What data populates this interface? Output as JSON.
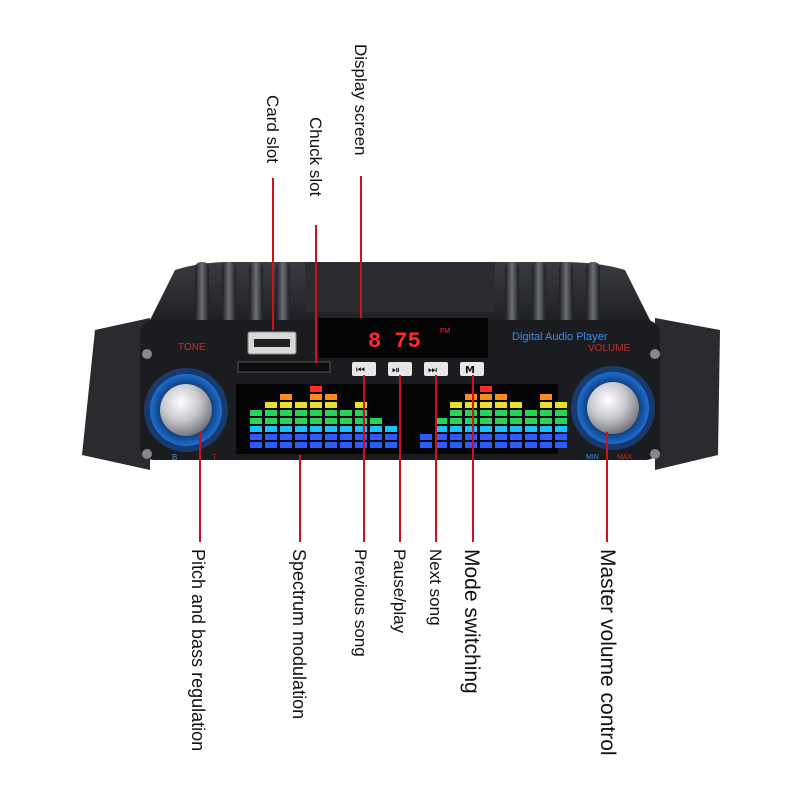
{
  "device": {
    "brand_text": "Digital Audio Player",
    "tone_label": "TONE",
    "volume_label": "VOLUME",
    "display_value": "8 75",
    "display_unit": "FM",
    "tone_b": "B",
    "tone_t": "T",
    "vol_min": "MIN",
    "vol_max": "MAX",
    "buttons": [
      "prev-button",
      "play-pause-button",
      "next-button",
      "mode-button"
    ],
    "accent_color": "#1c6fd6",
    "led_color": "#ff2a2a"
  },
  "callouts": {
    "top": [
      {
        "id": "card-slot",
        "label": "Card slot"
      },
      {
        "id": "chuck-slot",
        "label": "Chuck slot"
      },
      {
        "id": "display-screen",
        "label": "Display screen"
      }
    ],
    "bottom": [
      {
        "id": "pitch-bass",
        "label": "Pitch and bass regulation"
      },
      {
        "id": "spectrum",
        "label": "Spectrum modulation"
      },
      {
        "id": "previous-song",
        "label": "Previous song"
      },
      {
        "id": "pause-play",
        "label": "Pause/play"
      },
      {
        "id": "next-song",
        "label": "Next song"
      },
      {
        "id": "mode-switching",
        "label": "Mode switching"
      },
      {
        "id": "master-volume",
        "label": "Master volume control"
      }
    ]
  }
}
